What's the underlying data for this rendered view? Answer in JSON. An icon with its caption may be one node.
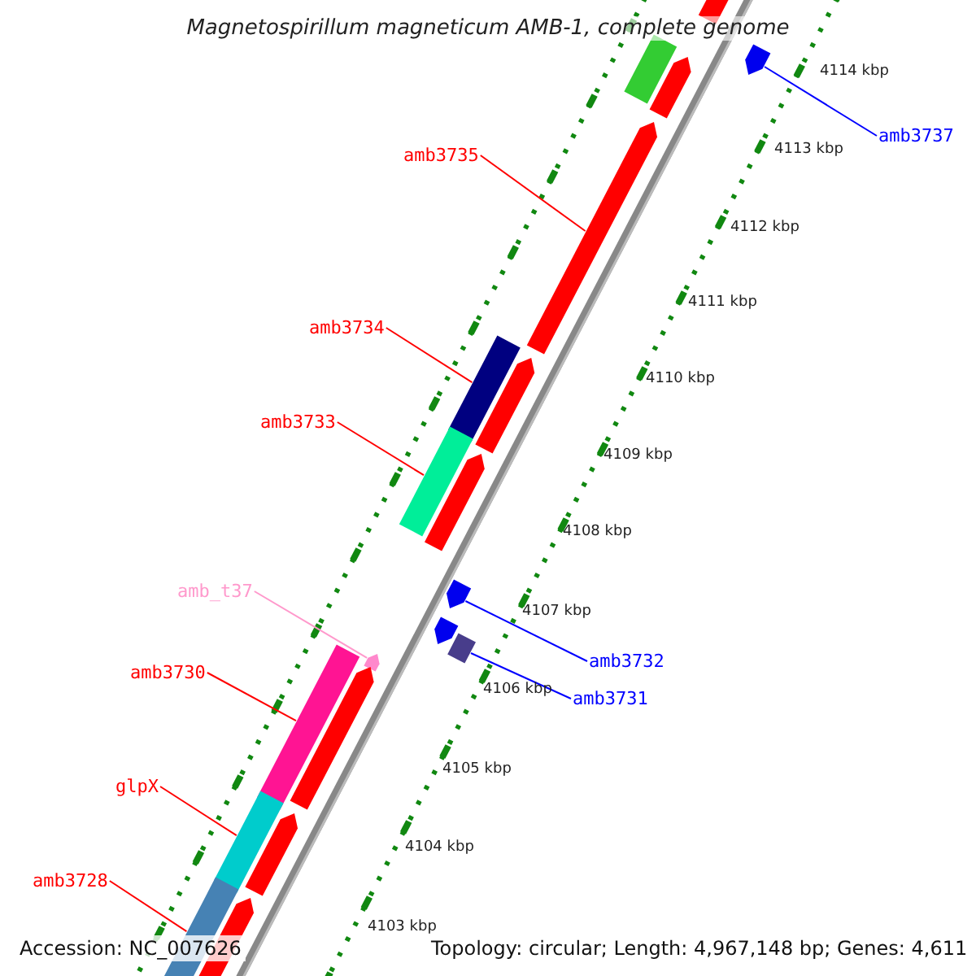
{
  "diagram": {
    "title": "Magnetospirillum magneticum AMB-1, complete genome",
    "nodes": [
      {
        "text": [
          "amb3737"
        ]
      },
      {
        "text": [
          "amb3735"
        ]
      },
      {
        "text": [
          "amb3734"
        ]
      },
      {
        "text": [
          "amb3733"
        ]
      },
      {
        "text": [
          "amb_t37"
        ]
      },
      {
        "text": [
          "amb3732"
        ]
      },
      {
        "text": [
          "amb3730"
        ]
      },
      {
        "text": [
          "amb3731"
        ]
      },
      {
        "text": [
          "glpX"
        ]
      },
      {
        "text": [
          "amb3728"
        ]
      },
      {
        "text": [],
        "shape": "pentagon"
      },
      {
        "text": [],
        "shape": "pentagon"
      },
      {
        "text": [],
        "shape": "bar"
      },
      {
        "text": [],
        "shape": "bar"
      },
      {
        "text": [],
        "shape": "pentagon"
      },
      {
        "text": [],
        "shape": "pentagon"
      },
      {
        "text": [],
        "shape": "bar"
      },
      {
        "text": [],
        "shape": "bar"
      },
      {
        "text": [],
        "shape": "bar"
      },
      {
        "text": [],
        "shape": "bar"
      },
      {
        "text": [],
        "shape": "pentagon"
      },
      {
        "text": [],
        "shape": "pentagon"
      },
      {
        "text": [],
        "shape": "bar"
      },
      {
        "text": [],
        "shape": "pentagon"
      },
      {
        "text": [],
        "shape": "pentagon"
      },
      {
        "text": [],
        "shape": "pentagon"
      },
      {
        "text": [],
        "shape": "pentagon"
      },
      {
        "text": [],
        "shape": "pentagon"
      },
      {
        "text": [],
        "shape": "pentagon"
      }
    ],
    "edges": [
      {
        "from": 0,
        "to": 10,
        "arrow": "none",
        "color": "#0000ff"
      },
      {
        "from": 1,
        "to": 11,
        "arrow": "none"
      },
      {
        "from": 2,
        "to": 12,
        "arrow": "none"
      },
      {
        "from": 3,
        "to": 13,
        "arrow": "none"
      },
      {
        "from": 4,
        "to": 14,
        "arrow": "none",
        "color": "#ff99cc"
      },
      {
        "from": 5,
        "to": 15,
        "arrow": "none",
        "color": "#0000ff"
      },
      {
        "from": 6,
        "to": 16,
        "arrow": "none"
      },
      {
        "from": 7,
        "to": 17,
        "arrow": "none",
        "color": "#0000ff"
      },
      {
        "from": 8,
        "to": 18,
        "arrow": "none"
      },
      {
        "from": 9,
        "to": 19,
        "arrow": "none"
      }
    ],
    "labels": [
      "4114 kbp",
      "4113 kbp",
      "4112 kbp",
      "4111 kbp",
      "4110 kbp",
      "4109 kbp",
      "4108 kbp",
      "4107 kbp",
      "4106 kbp",
      "4105 kbp",
      "4104 kbp",
      "4103 kbp",
      "Accession: NC_007626",
      "Topology: circular; Length: 4,967,148 bp; Genes: 4,611"
    ]
  }
}
